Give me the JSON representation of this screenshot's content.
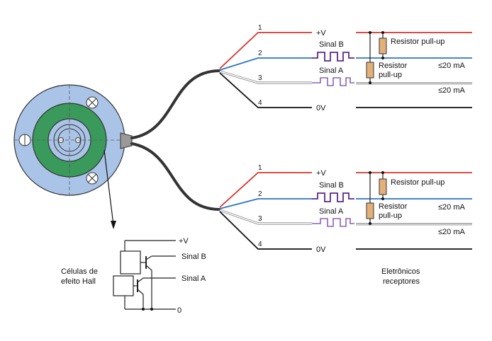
{
  "channels": [
    {
      "wire_numbers": [
        "1",
        "2",
        "3",
        "4"
      ],
      "supply_label": "+V",
      "ground_label": "0V",
      "signal_b_label": "Sinal B",
      "signal_a_label": "Sinal A",
      "pullup_top_label": "Resistor pull-up",
      "pullup_bottom_label_1": "Resistor",
      "pullup_bottom_label_2": "pull-up",
      "current_b_label": "≤20 mA",
      "current_a_label": "≤20 mA"
    },
    {
      "wire_numbers": [
        "1",
        "2",
        "3",
        "4"
      ],
      "supply_label": "+V",
      "ground_label": "0V",
      "signal_b_label": "Sinal B",
      "signal_a_label": "Sinal A",
      "pullup_top_label": "Resistor pull-up",
      "pullup_bottom_label_1": "Resistor",
      "pullup_bottom_label_2": "pull-up",
      "current_b_label": "≤20 mA",
      "current_a_label": "≤20 mA"
    }
  ],
  "hall_cell": {
    "title_line_1": "Células de",
    "title_line_2": "efeito Hall",
    "supply_label": "+V",
    "signal_b_label": "Sinal B",
    "signal_a_label": "Sinal A",
    "ground_label": "0"
  },
  "receivers_label_line_1": "Eletrônicos",
  "receivers_label_line_2": "receptores",
  "colors": {
    "wire_supply": "#d8322a",
    "wire_signal_b": "#2a74c4",
    "wire_ground": "#111111",
    "pulse": "#5b2a86",
    "resistor": "#e3b07a",
    "encoder_outer": "#aac4e8",
    "encoder_ring": "#3a9a5c"
  }
}
